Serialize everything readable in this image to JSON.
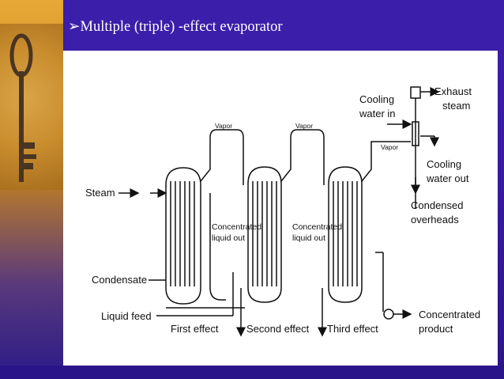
{
  "title": "Multiple (triple) -effect evaporator",
  "bullet": "➢",
  "labels": {
    "exhaust": [
      "Exhaust",
      "steam"
    ],
    "cooling_in": [
      "Cooling",
      "water in"
    ],
    "cooling_out": [
      "Cooling",
      "water out"
    ],
    "condensed": [
      "Condensed",
      "overheads"
    ],
    "steam": "Steam",
    "condensate": "Condensate",
    "liquid_feed": "Liquid feed",
    "first_effect": "First effect",
    "second_effect": "Second effect",
    "third_effect": "Third effect",
    "concentrated_product": [
      "Concentrated",
      "product"
    ],
    "vapor": "Vapor",
    "conc_liquid": [
      "Concentrated",
      "liquid out"
    ]
  },
  "colors": {
    "background": "#3a1aa6",
    "panel": "#ffffff",
    "title_text": "#ffffff",
    "line": "#111111"
  },
  "icons": {
    "bullet": "arrow-bullet-icon",
    "photo": "skeleton-key-photo"
  }
}
